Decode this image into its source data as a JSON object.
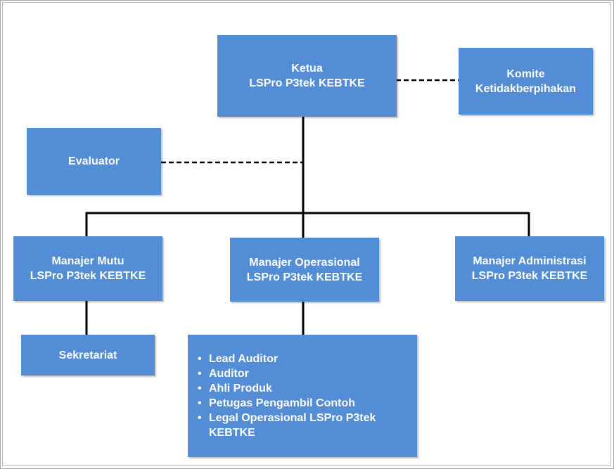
{
  "chart": {
    "ketua": {
      "line1": "Ketua",
      "line2": "LSPro P3tek KEBTKE"
    },
    "komite": {
      "line1": "Komite",
      "line2": "Ketidakberpihakan"
    },
    "evaluator": {
      "label": "Evaluator"
    },
    "manajer_mutu": {
      "line1": "Manajer Mutu",
      "line2": "LSPro P3tek KEBTKE"
    },
    "manajer_operasional": {
      "line1": "Manajer Operasional",
      "line2": "LSPro P3tek KEBTKE"
    },
    "manajer_administrasi": {
      "line1": "Manajer Administrasi",
      "line2": "LSPro P3tek KEBTKE"
    },
    "sekretariat": {
      "label": "Sekretariat"
    },
    "operasional_staff": [
      "Lead Auditor",
      "Auditor",
      "Ahli Produk",
      "Petugas Pengambil Contoh",
      "Legal Operasional LSPro P3tek KEBTKE"
    ]
  },
  "colors": {
    "box_fill": "#538dd5",
    "box_text": "#ffffff",
    "line": "#000000"
  }
}
